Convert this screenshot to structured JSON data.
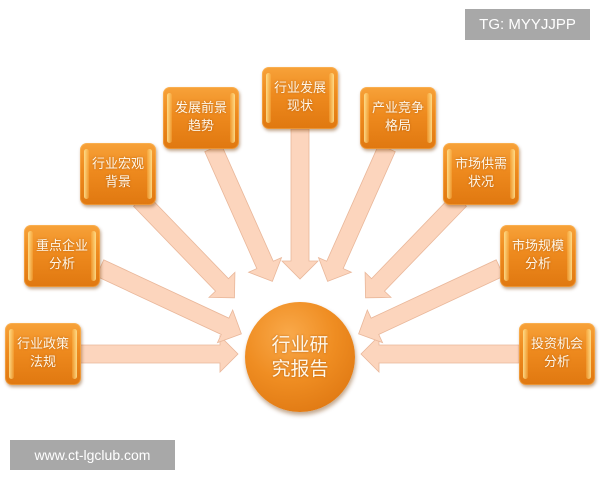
{
  "diagram": {
    "center": {
      "label_line1": "行业研",
      "label_line2": "究报告"
    },
    "nodes": [
      {
        "line1": "行业政策",
        "line2": "法规"
      },
      {
        "line1": "重点企业",
        "line2": "分析"
      },
      {
        "line1": "行业宏观",
        "line2": "背景"
      },
      {
        "line1": "发展前景",
        "line2": "趋势"
      },
      {
        "line1": "行业发展",
        "line2": "现状"
      },
      {
        "line1": "产业竞争",
        "line2": "格局"
      },
      {
        "line1": "市场供需",
        "line2": "状况"
      },
      {
        "line1": "市场规模",
        "line2": "分析"
      },
      {
        "line1": "投资机会",
        "line2": "分析"
      }
    ],
    "colors": {
      "node_orange": "#ee8a1e",
      "arrow_fill": "#fcd5bd",
      "arrow_stroke": "#e9b79a",
      "watermark_bg": "#a8a8a8"
    }
  },
  "watermarks": {
    "top_right": "TG: MYYJJPP",
    "bottom_left": "www.ct-lgclub.com"
  }
}
